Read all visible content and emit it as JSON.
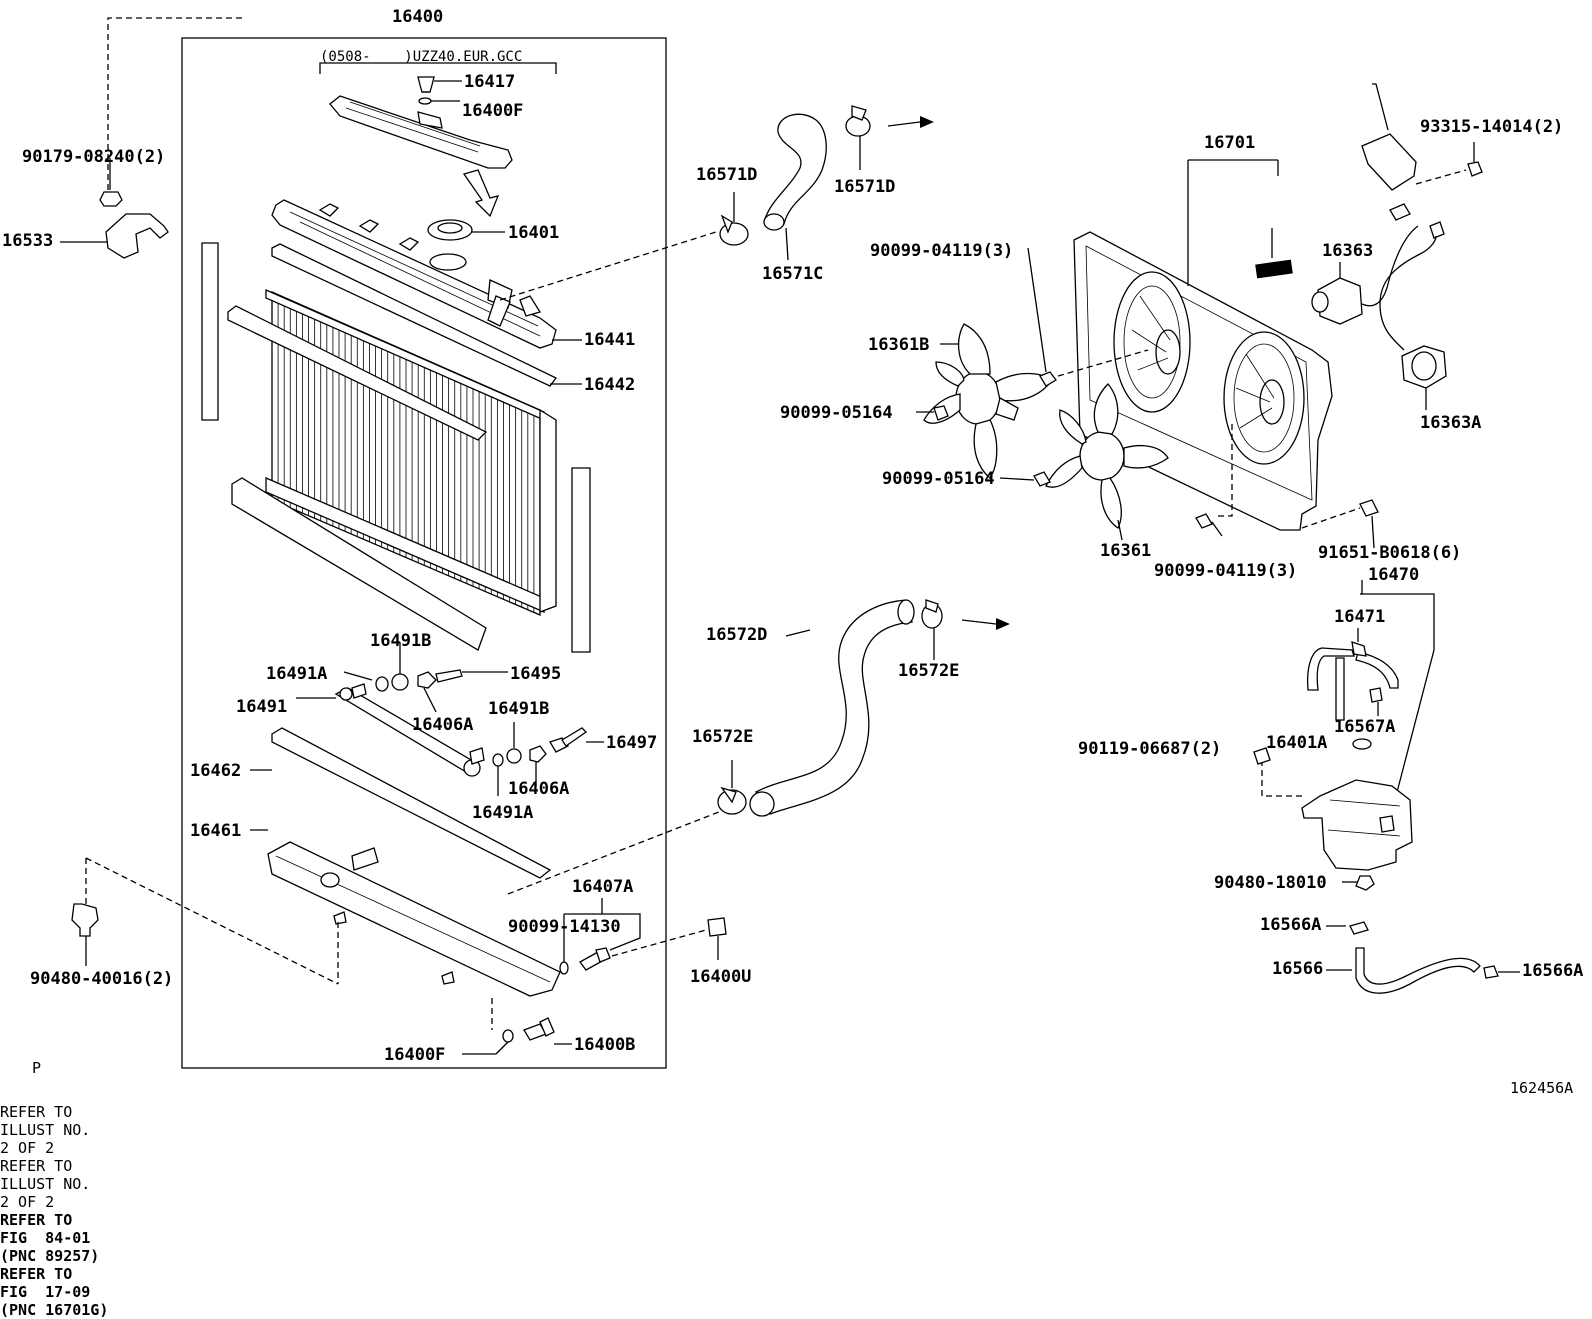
{
  "diagram": {
    "labels": {
      "p16400": "16400",
      "variant": "(0508-    )UZZ40.EUR.GCC",
      "p16417": "16417",
      "p16400F_top": "16400F",
      "p16401": "16401",
      "p16441": "16441",
      "p16442": "16442",
      "p16491B_a": "16491B",
      "p16491A_a": "16491A",
      "p16495": "16495",
      "p16491": "16491",
      "p16406A_a": "16406A",
      "p16491B_b": "16491B",
      "p16497": "16497",
      "p16462": "16462",
      "p16406A_b": "16406A",
      "p16491A_b": "16491A",
      "p16461": "16461",
      "p16407A": "16407A",
      "p90099_14130": "90099-14130",
      "p16400U": "16400U",
      "p16400F_bot": "16400F",
      "p16400B": "16400B",
      "p90179": "90179-08240(2)",
      "p16533": "16533",
      "p90480_40016": "90480-40016(2)",
      "p16571D_a": "16571D",
      "p16571D_b": "16571D",
      "p16571C": "16571C",
      "ref1": "REFER TO\nILLUST NO.\n2 OF 2",
      "p16572D": "16572D",
      "p16572E_a": "16572E",
      "ref2": "REFER TO\nILLUST NO.\n2 OF 2",
      "p16572E_b": "16572E",
      "ref3": "REFER TO\nFIG  84-01\n(PNC 89257)",
      "p93315": "93315-14014(2)",
      "p16701": "16701",
      "ref4": "REFER TO\nFIG  17-09\n(PNC 16701G)",
      "p90099_04119_a": "90099-04119(3)",
      "p16363": "16363",
      "p16361B": "16361B",
      "p90099_05164_a": "90099-05164",
      "p90099_05164_b": "90099-05164",
      "p16363A": "16363A",
      "p16361": "16361",
      "p91651": "91651-B0618(6)",
      "p90099_04119_b": "90099-04119(3)",
      "p16470": "16470",
      "p16471": "16471",
      "p16567A": "16567A",
      "p90119": "90119-06687(2)",
      "p16401A": "16401A",
      "p90480_18010": "90480-18010",
      "p16566A_a": "16566A",
      "p16566": "16566",
      "p16566A_b": "16566A",
      "corner_p": "P",
      "fig_no": "162456A"
    }
  }
}
